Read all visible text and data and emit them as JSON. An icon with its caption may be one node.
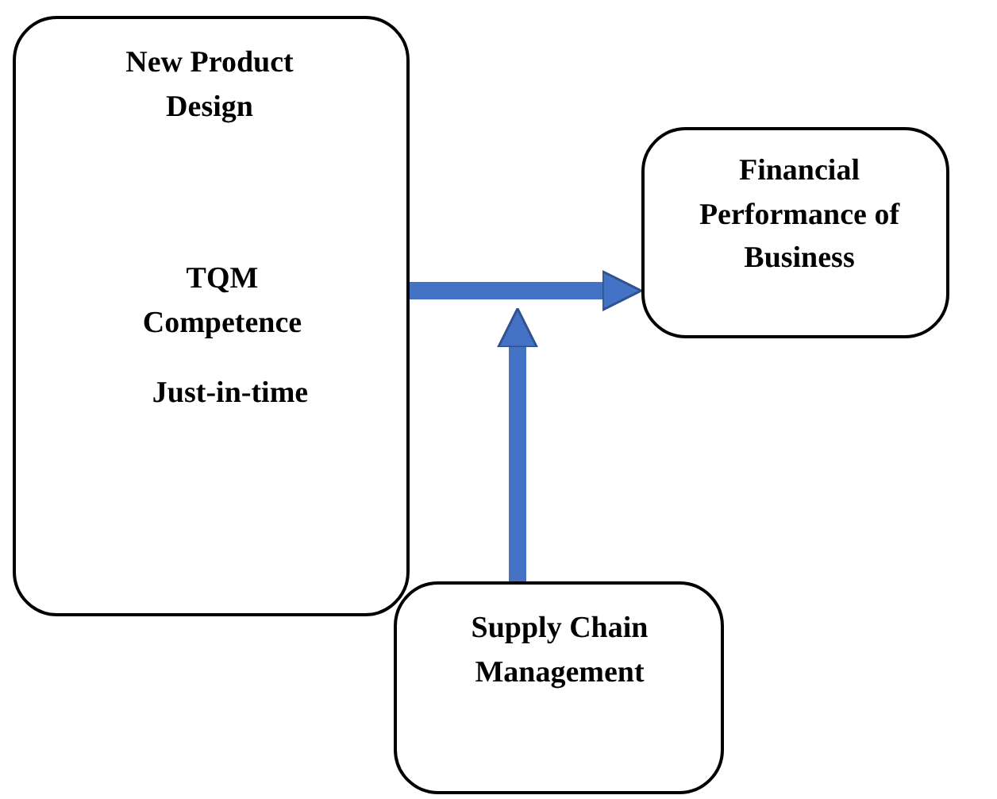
{
  "diagram": {
    "nodes": [
      {
        "text": [
          "New Product Design",
          "TQM Competence",
          "Just-in-time"
        ]
      },
      {
        "text": [
          "Financial Performance of Business"
        ]
      },
      {
        "text": [
          "Supply Chain Management"
        ]
      }
    ],
    "edges": [
      {
        "from": 0,
        "to": 1,
        "arrow": "to"
      },
      {
        "from": 2,
        "to": null,
        "arrow": "to"
      }
    ]
  }
}
